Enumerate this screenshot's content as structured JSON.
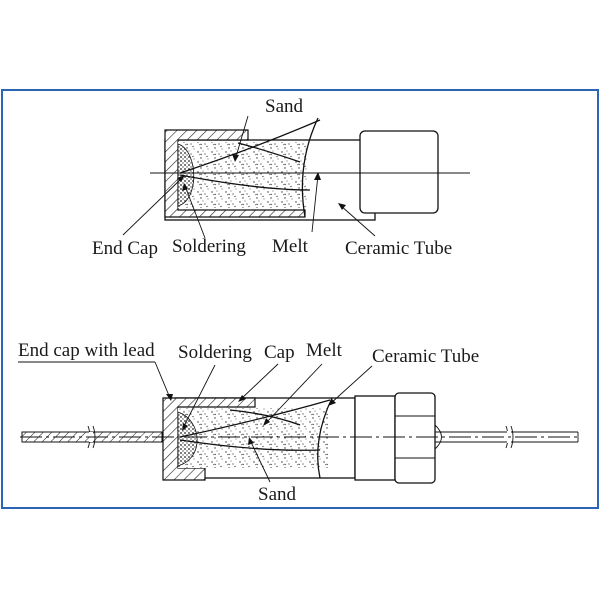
{
  "colors": {
    "frame": "#2a66b5",
    "ink": "#111111",
    "background": "#ffffff"
  },
  "top_diagram": {
    "labels": {
      "sand": "Sand",
      "end_cap": "End Cap",
      "soldering": "Soldering",
      "melt": "Melt",
      "ceramic_tube": "Ceramic Tube"
    }
  },
  "bottom_diagram": {
    "labels": {
      "end_cap_with_lead": "End cap with lead",
      "soldering": "Soldering",
      "cap": "Cap",
      "melt": "Melt",
      "ceramic_tube": "Ceramic Tube",
      "sand": "Sand"
    }
  }
}
